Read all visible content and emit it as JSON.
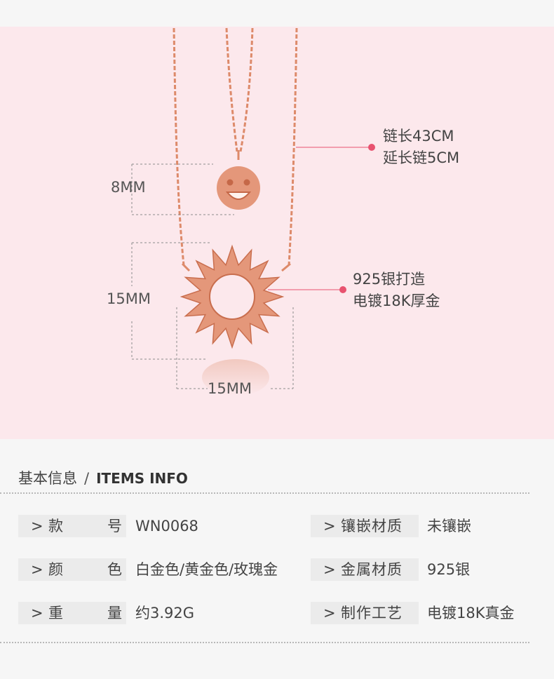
{
  "product": {
    "dimension_pendant_small": "8MM",
    "dimension_pendant_large_height": "15MM",
    "dimension_pendant_large_width": "15MM",
    "callout_chain": [
      "链长43CM",
      "延长链5CM"
    ],
    "callout_material": [
      "925银打造",
      "电镀18K厚金"
    ],
    "colors": {
      "background": "#fce8ec",
      "metal": "#e08c6c",
      "accent_dot": "#e8526f",
      "guide": "#888888"
    }
  },
  "info": {
    "title_cn": "基本信息",
    "separator": "/",
    "title_en": "ITEMS INFO",
    "rows": [
      {
        "left_key": [
          "款",
          "号"
        ],
        "left_value": "WN0068",
        "right_key": "镶嵌材质",
        "right_value": "未镶嵌"
      },
      {
        "left_key": [
          "颜",
          "色"
        ],
        "left_value": "白金色/黄金色/玫瑰金",
        "right_key": "金属材质",
        "right_value": "925银"
      },
      {
        "left_key": [
          "重",
          "量"
        ],
        "left_value": "约3.92G",
        "right_key": "制作工艺",
        "right_value": "电镀18K真金"
      }
    ],
    "chevron": ">"
  }
}
